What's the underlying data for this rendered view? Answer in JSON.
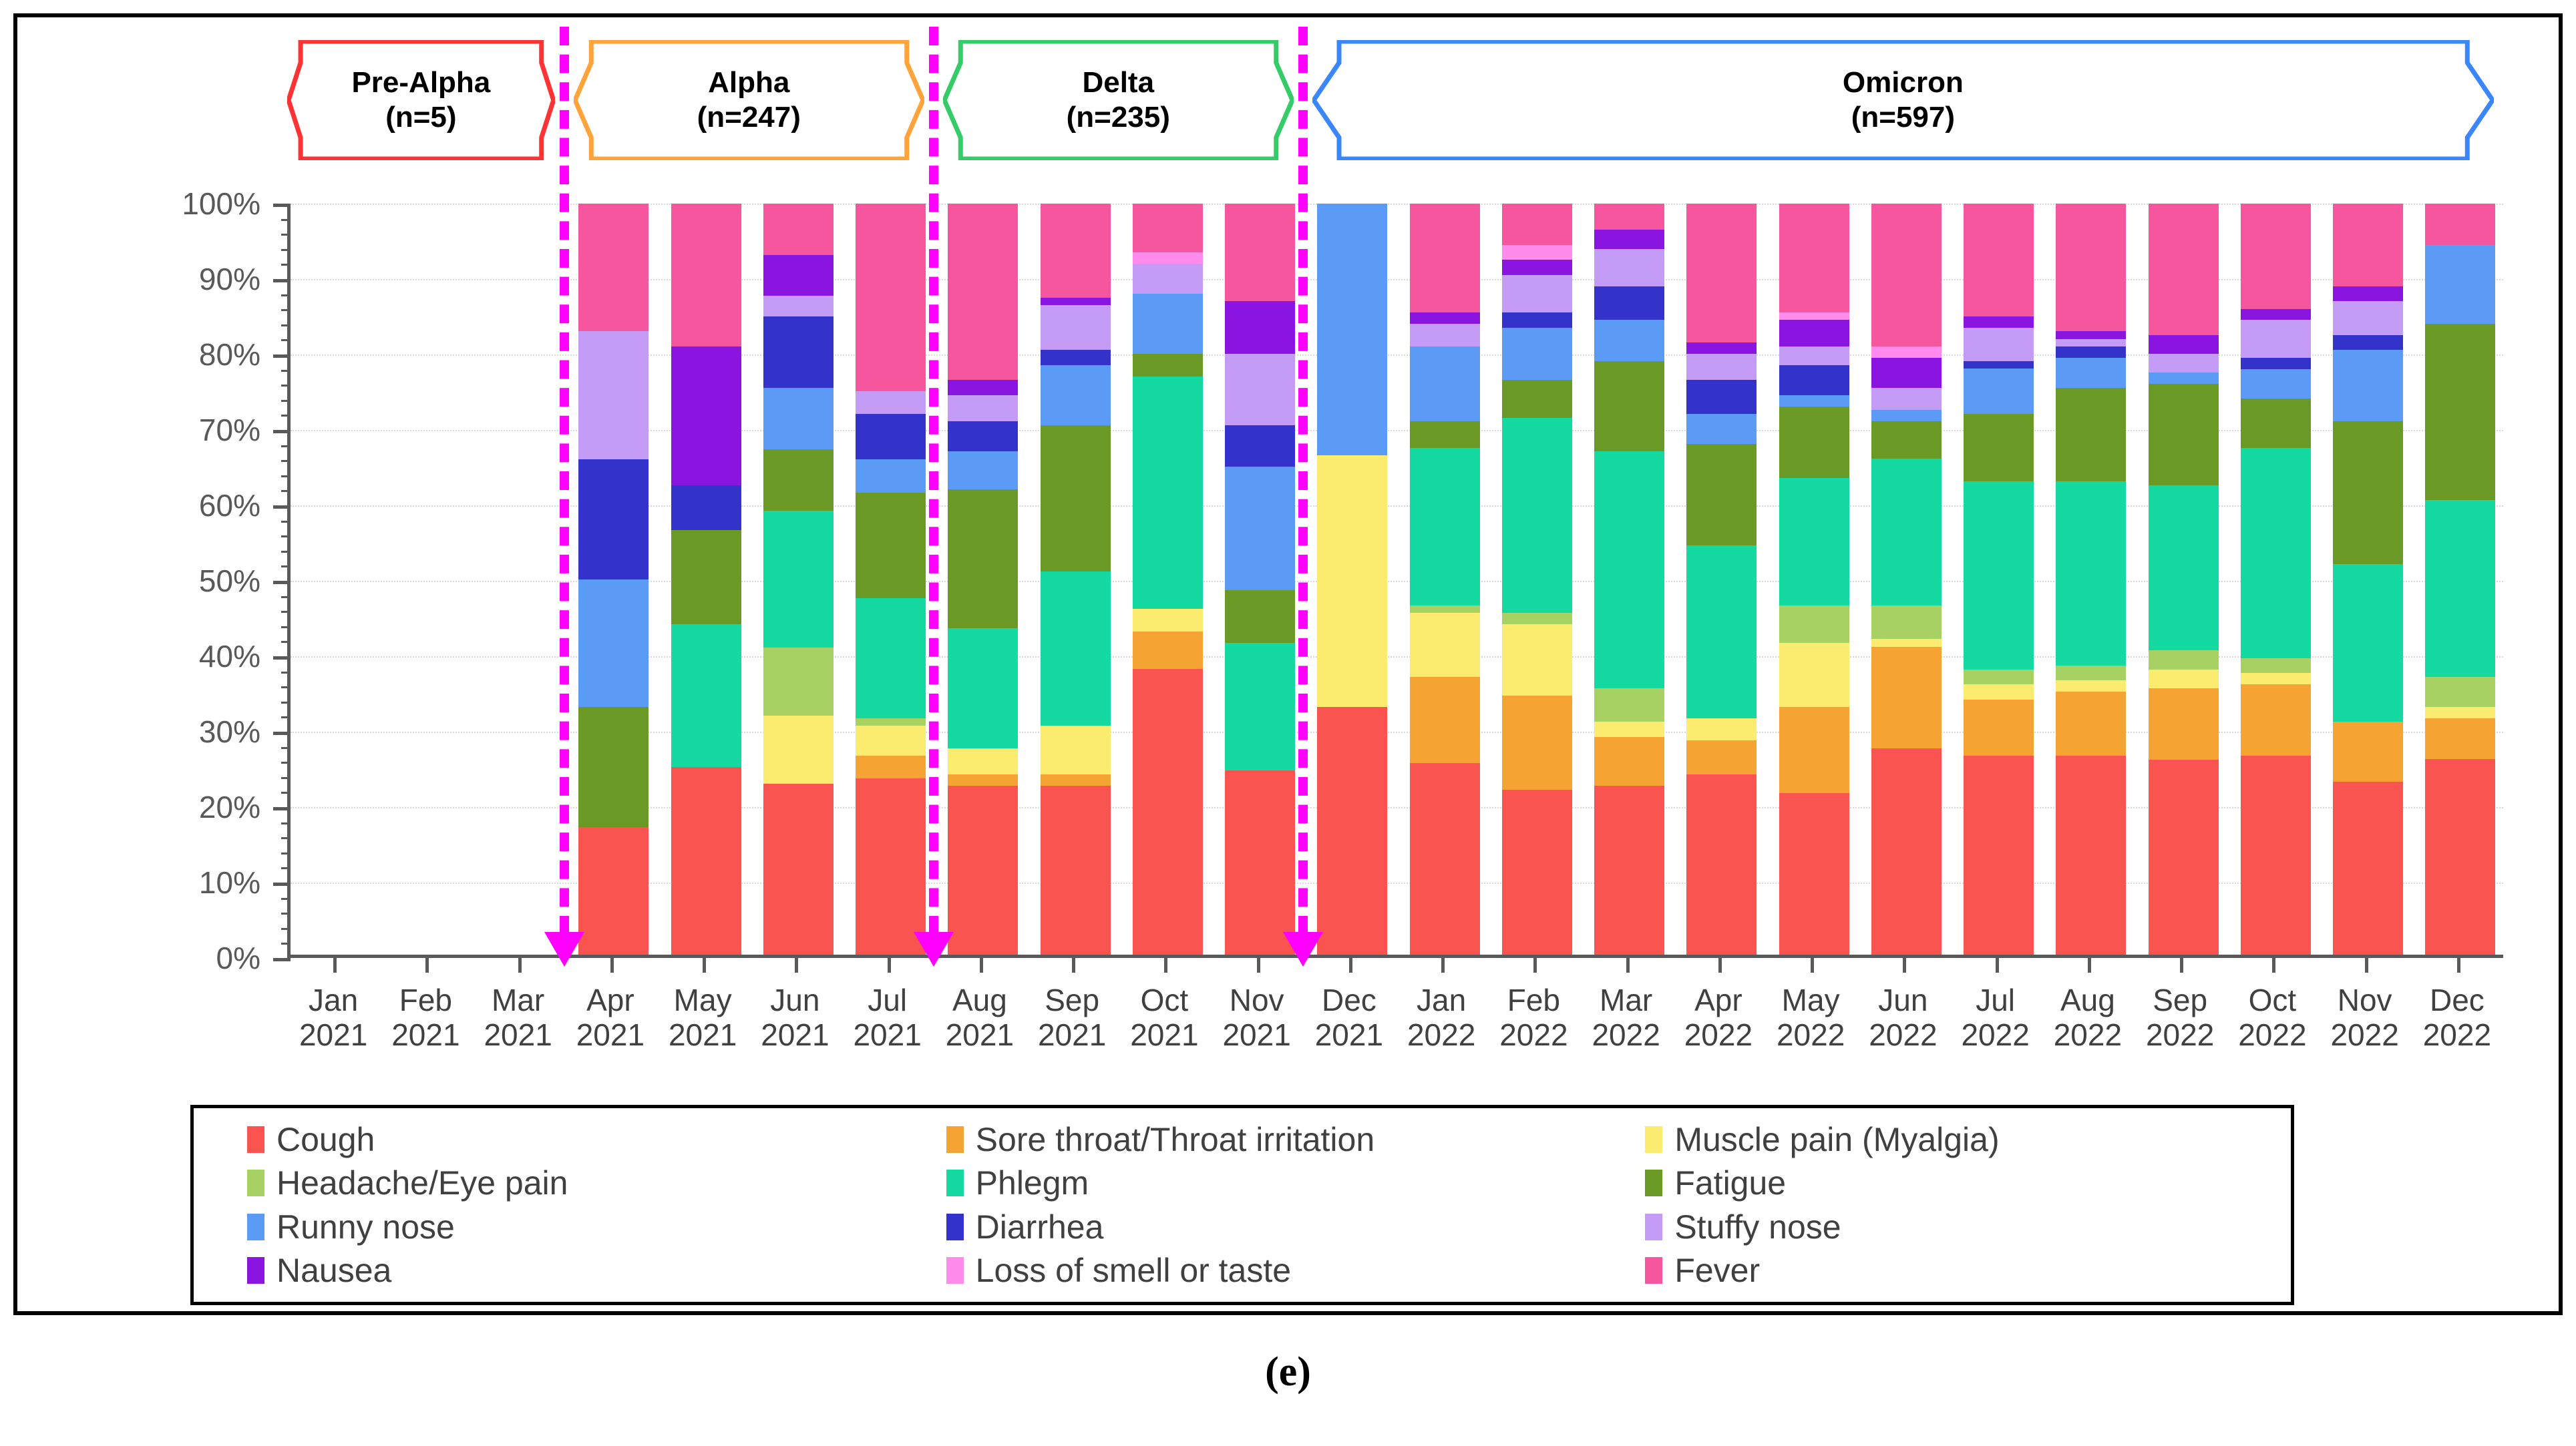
{
  "caption": "(e)",
  "variants": [
    {
      "name": "Pre-Alpha",
      "n": "(n=5)",
      "color": "#ff3333",
      "start_index": 0,
      "end_index": 3
    },
    {
      "name": "Alpha",
      "n": "(n=247)",
      "color": "#ffa33a",
      "start_index": 3,
      "end_index": 7
    },
    {
      "name": "Delta",
      "n": "(n=235)",
      "color": "#33cc66",
      "start_index": 7,
      "end_index": 11
    },
    {
      "name": "Omicron",
      "n": "(n=597)",
      "color": "#3a86ff",
      "start_index": 11,
      "end_index": 24
    }
  ],
  "divider_color": "#ff00ff",
  "divider_positions": [
    3,
    7,
    11
  ],
  "legend": [
    {
      "label": "Cough",
      "color": "#fa5450"
    },
    {
      "label": "Sore throat/Throat irritation",
      "color": "#f5a333"
    },
    {
      "label": "Muscle pain (Myalgia)",
      "color": "#fbeb6e"
    },
    {
      "label": "Headache/Eye pain",
      "color": "#a8d163"
    },
    {
      "label": "Phlegm",
      "color": "#14d9a0"
    },
    {
      "label": "Fatigue",
      "color": "#6a9a25"
    },
    {
      "label": "Runny nose",
      "color": "#5b9bf5"
    },
    {
      "label": "Diarrhea",
      "color": "#3333cc"
    },
    {
      "label": "Stuffy nose",
      "color": "#c49bf5"
    },
    {
      "label": "Nausea",
      "color": "#8a14e0"
    },
    {
      "label": "Loss of smell or taste",
      "color": "#ff8ced"
    },
    {
      "label": "Fever",
      "color": "#f5569e"
    }
  ],
  "chart_data": {
    "type": "bar",
    "stacked": true,
    "normalized": true,
    "title": "",
    "xlabel": "",
    "ylabel": "",
    "ylim": [
      0,
      100
    ],
    "ytick_labels": [
      "0%",
      "10%",
      "20%",
      "30%",
      "40%",
      "50%",
      "60%",
      "70%",
      "80%",
      "90%",
      "100%"
    ],
    "ytick_values": [
      0,
      10,
      20,
      30,
      40,
      50,
      60,
      70,
      80,
      90,
      100
    ],
    "yminor_step": 2,
    "grid": true,
    "legend_position": "bottom",
    "categories": [
      {
        "month": "Jan",
        "year": "2021"
      },
      {
        "month": "Feb",
        "year": "2021"
      },
      {
        "month": "Mar",
        "year": "2021"
      },
      {
        "month": "Apr",
        "year": "2021"
      },
      {
        "month": "May",
        "year": "2021"
      },
      {
        "month": "Jun",
        "year": "2021"
      },
      {
        "month": "Jul",
        "year": "2021"
      },
      {
        "month": "Aug",
        "year": "2021"
      },
      {
        "month": "Sep",
        "year": "2021"
      },
      {
        "month": "Oct",
        "year": "2021"
      },
      {
        "month": "Nov",
        "year": "2021"
      },
      {
        "month": "Dec",
        "year": "2021"
      },
      {
        "month": "Jan",
        "year": "2022"
      },
      {
        "month": "Feb",
        "year": "2022"
      },
      {
        "month": "Mar",
        "year": "2022"
      },
      {
        "month": "Apr",
        "year": "2022"
      },
      {
        "month": "May",
        "year": "2022"
      },
      {
        "month": "Jun",
        "year": "2022"
      },
      {
        "month": "Jul",
        "year": "2022"
      },
      {
        "month": "Aug",
        "year": "2022"
      },
      {
        "month": "Sep",
        "year": "2022"
      },
      {
        "month": "Oct",
        "year": "2022"
      },
      {
        "month": "Nov",
        "year": "2022"
      },
      {
        "month": "Dec",
        "year": "2022"
      }
    ],
    "series": [
      {
        "name": "Cough",
        "color": "#fa5450",
        "values": [
          0,
          0,
          0,
          17,
          25,
          25,
          23.5,
          22.5,
          22.5,
          38,
          24.5,
          33,
          25.5,
          22,
          22.5,
          24,
          21.5,
          27.5,
          26.5,
          26.5,
          26,
          26.5,
          23,
          26
        ]
      },
      {
        "name": "Sore throat/Throat irritation",
        "color": "#f5a333",
        "values": [
          0,
          0,
          0,
          0,
          0,
          0,
          3,
          1.5,
          1.5,
          5,
          0,
          0,
          11.5,
          12.5,
          6.5,
          4.5,
          11.5,
          13.5,
          7.5,
          8.5,
          9.5,
          9.5,
          8,
          5.5
        ]
      },
      {
        "name": "Muscle pain (Myalgia)",
        "color": "#fbeb6e",
        "values": [
          0,
          0,
          0,
          0,
          0,
          10,
          4,
          3.5,
          6.5,
          3,
          0,
          33.5,
          8.5,
          9.5,
          2,
          3,
          8.5,
          1,
          2,
          1.5,
          2.5,
          1.5,
          0,
          1.5
        ]
      },
      {
        "name": "Headache/Eye pain",
        "color": "#a8d163",
        "values": [
          0,
          0,
          0,
          0,
          0,
          10,
          1,
          0,
          0,
          0,
          0,
          0,
          1,
          1.5,
          4.5,
          0,
          5,
          4.5,
          2,
          2,
          2.5,
          2,
          0,
          4
        ]
      },
      {
        "name": "Phlegm",
        "color": "#14d9a0",
        "values": [
          0,
          0,
          0,
          0,
          19,
          20,
          16,
          16,
          20.5,
          31,
          17,
          0,
          21,
          26,
          31.5,
          23,
          17,
          19.5,
          25,
          24.5,
          22,
          28,
          21,
          23.5
        ]
      },
      {
        "name": "Fatigue",
        "color": "#6a9a25",
        "values": [
          0,
          0,
          0,
          16,
          12.5,
          9,
          14,
          18.5,
          19.5,
          3,
          7,
          0,
          3.5,
          5,
          12,
          13.5,
          9.5,
          5,
          9,
          12.5,
          13.5,
          6.5,
          19,
          23.5
        ]
      },
      {
        "name": "Runny nose",
        "color": "#5b9bf5",
        "values": [
          0,
          0,
          0,
          17,
          0,
          9,
          4.5,
          5,
          8,
          8,
          16.5,
          33.5,
          10,
          7,
          5.5,
          4,
          1.5,
          1.5,
          6,
          4,
          1.5,
          4,
          9.5,
          10.5
        ]
      },
      {
        "name": "Diarrhea",
        "color": "#3333cc",
        "values": [
          0,
          0,
          0,
          16,
          6,
          10.5,
          6,
          4,
          2,
          0,
          5.5,
          0,
          0,
          2,
          4.5,
          4.5,
          4,
          0,
          1,
          1.5,
          0,
          1.5,
          2,
          0
        ]
      },
      {
        "name": "Stuffy nose",
        "color": "#c49bf5",
        "values": [
          0,
          0,
          0,
          17,
          0,
          3,
          3,
          3.5,
          6,
          4,
          9.5,
          0,
          3,
          5,
          5,
          3.5,
          2.5,
          3,
          4.5,
          1,
          2.5,
          5,
          4.5,
          0
        ]
      },
      {
        "name": "Nausea",
        "color": "#8a14e0",
        "values": [
          0,
          0,
          0,
          0,
          18.5,
          6,
          0,
          2,
          1,
          0,
          7,
          0,
          1.5,
          2,
          2.5,
          1.5,
          3.5,
          4,
          1.5,
          1,
          2.5,
          1.5,
          2,
          0
        ]
      },
      {
        "name": "Loss of smell or taste",
        "color": "#ff8ced",
        "values": [
          0,
          0,
          0,
          0,
          0,
          0,
          0,
          0,
          0,
          1.5,
          0,
          0,
          0,
          2,
          0,
          0,
          1,
          1.5,
          0,
          0,
          0,
          0,
          0,
          0
        ]
      },
      {
        "name": "Fever",
        "color": "#f5569e",
        "values": [
          0,
          0,
          0,
          17,
          19,
          7.5,
          25,
          23.5,
          12.5,
          6.5,
          13,
          0,
          14.5,
          5.5,
          3.5,
          18.5,
          14.5,
          19,
          15,
          17,
          17.5,
          14,
          11,
          5.5
        ]
      }
    ]
  }
}
